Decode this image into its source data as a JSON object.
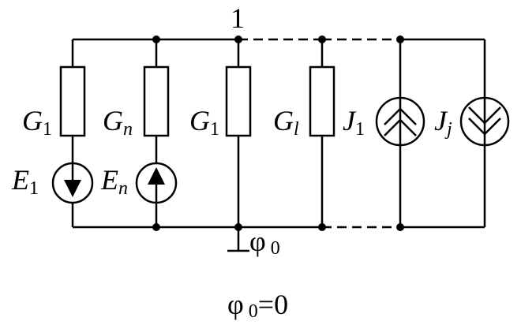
{
  "diagram": {
    "node_label": "1",
    "branches": [
      {
        "id": "g1-e1",
        "g_main": "G",
        "g_sub": "1",
        "e_main": "E",
        "e_sub": "1",
        "source_direction": "down"
      },
      {
        "id": "gn-en",
        "g_main": "G",
        "g_sub": "n",
        "e_main": "E",
        "e_sub": "n",
        "source_direction": "up"
      },
      {
        "id": "g1",
        "g_main": "G",
        "g_sub": "1"
      },
      {
        "id": "gl",
        "g_main": "G",
        "g_sub": "l"
      },
      {
        "id": "j1",
        "j_main": "J",
        "j_sub": "1",
        "current_direction": "up"
      },
      {
        "id": "jj",
        "j_main": "J",
        "j_sub": "j",
        "current_direction": "down"
      }
    ],
    "ground": {
      "symbol": "φ",
      "sub": "0"
    },
    "equation": {
      "symbol": "φ",
      "sub": "0",
      "rest": "=0"
    }
  }
}
